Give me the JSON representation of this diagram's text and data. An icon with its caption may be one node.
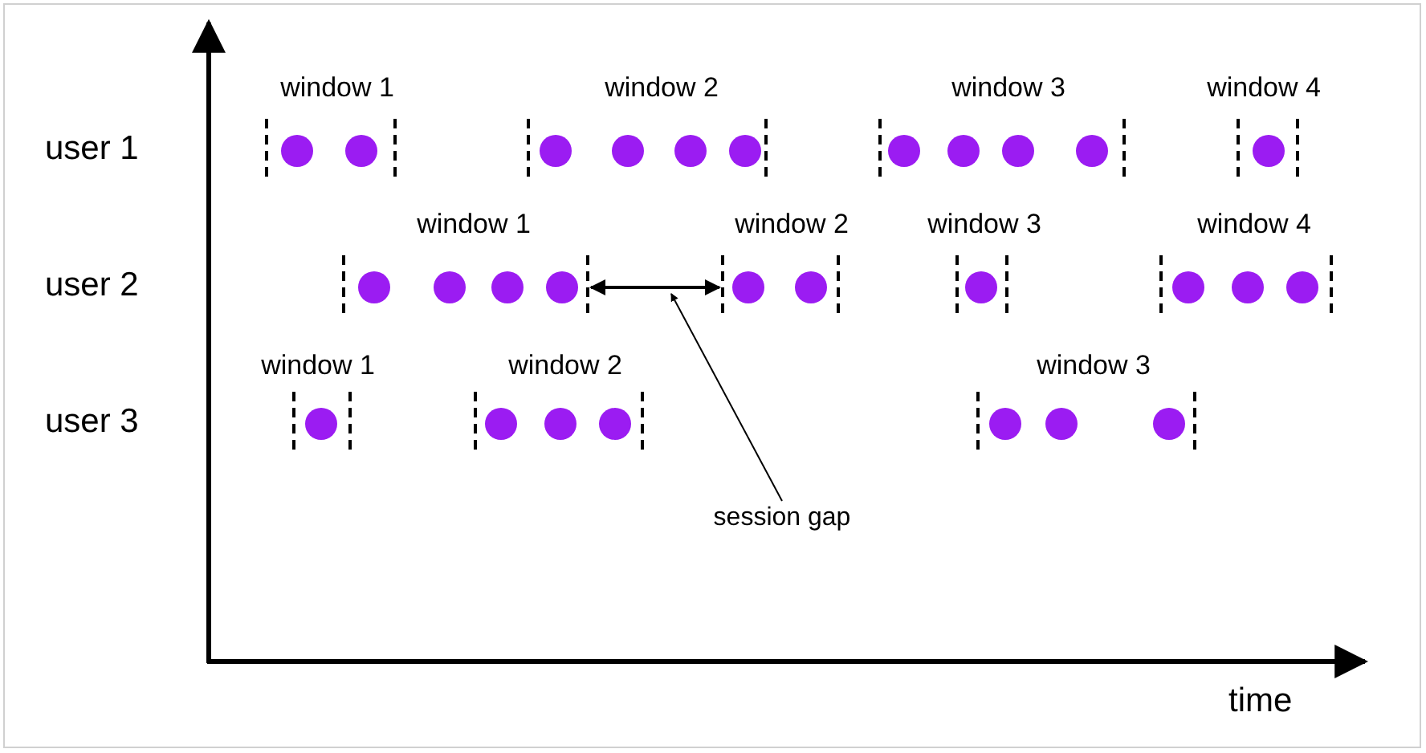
{
  "diagram": {
    "nodes": [
      {
        "text": [
          "window 1"
        ]
      },
      {
        "text": [],
        "shape": "circle",
        "in": 0
      },
      {
        "text": [],
        "shape": "circle",
        "in": 0
      },
      {
        "text": [
          "window 2"
        ]
      },
      {
        "text": [],
        "shape": "circle",
        "in": 3
      },
      {
        "text": [],
        "shape": "circle",
        "in": 3
      },
      {
        "text": [],
        "shape": "circle",
        "in": 3
      },
      {
        "text": [],
        "shape": "circle",
        "in": 3
      },
      {
        "text": [
          "window 3"
        ]
      },
      {
        "text": [],
        "shape": "circle",
        "in": 8
      },
      {
        "text": [],
        "shape": "circle",
        "in": 8
      },
      {
        "text": [],
        "shape": "circle",
        "in": 8
      },
      {
        "text": [],
        "shape": "circle",
        "in": 8
      },
      {
        "text": [
          "window 4"
        ]
      },
      {
        "text": [],
        "shape": "circle",
        "in": 13
      },
      {
        "text": [
          "window 1"
        ]
      },
      {
        "text": [],
        "shape": "circle",
        "in": 15
      },
      {
        "text": [],
        "shape": "circle",
        "in": 15
      },
      {
        "text": [],
        "shape": "circle",
        "in": 15
      },
      {
        "text": [],
        "shape": "circle",
        "in": 15
      },
      {
        "text": [
          "window 2"
        ]
      },
      {
        "text": [],
        "shape": "circle",
        "in": 20
      },
      {
        "text": [],
        "shape": "circle",
        "in": 20
      },
      {
        "text": [
          "window 3"
        ]
      },
      {
        "text": [],
        "shape": "circle",
        "in": 23
      },
      {
        "text": [
          "window 4"
        ]
      },
      {
        "text": [],
        "shape": "circle",
        "in": 25
      },
      {
        "text": [],
        "shape": "circle",
        "in": 25
      },
      {
        "text": [],
        "shape": "circle",
        "in": 25
      },
      {
        "text": [
          "window 1"
        ]
      },
      {
        "text": [],
        "shape": "circle",
        "in": 29
      },
      {
        "text": [
          "window 2"
        ]
      },
      {
        "text": [],
        "shape": "circle",
        "in": 31
      },
      {
        "text": [],
        "shape": "circle",
        "in": 31
      },
      {
        "text": [],
        "shape": "circle",
        "in": 31
      },
      {
        "text": [
          "window 3"
        ]
      },
      {
        "text": [],
        "shape": "circle",
        "in": 35
      },
      {
        "text": [],
        "shape": "circle",
        "in": 35
      },
      {
        "text": [],
        "shape": "circle",
        "in": 35
      },
      {
        "text": [
          "session gap"
        ]
      }
    ],
    "edges": [
      {
        "from": 15,
        "to": 20,
        "arrow": "both"
      },
      {
        "from": 39,
        "to": null,
        "arrow": "to"
      }
    ],
    "labels": [
      "user 1",
      "user 2",
      "user 3",
      "time"
    ]
  }
}
